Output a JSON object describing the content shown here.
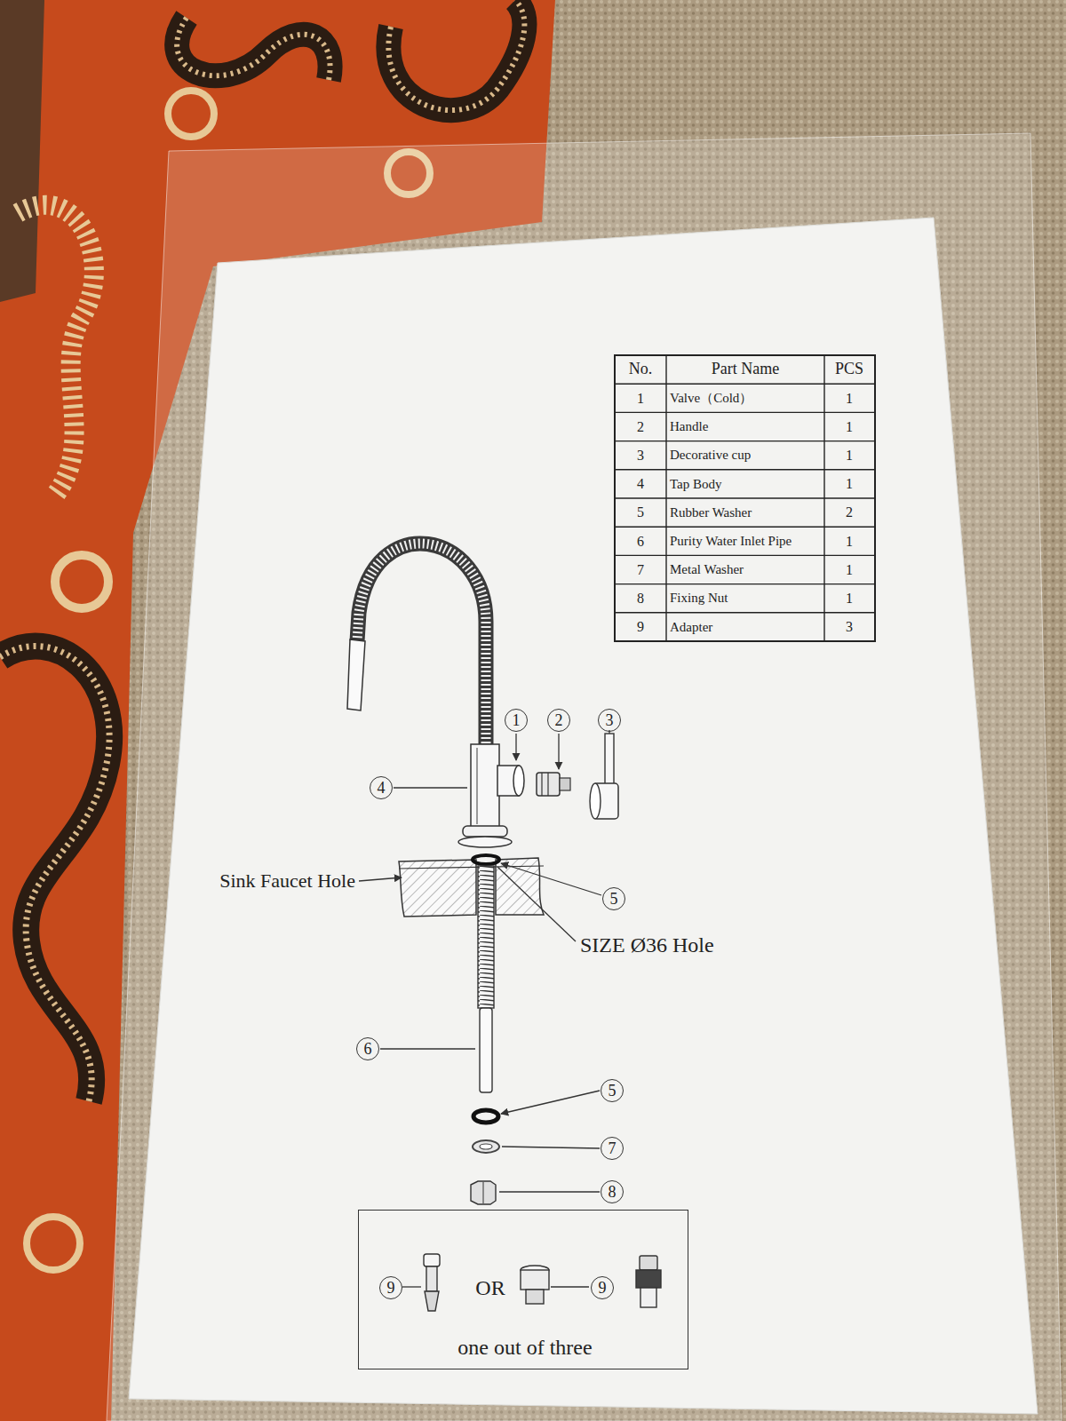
{
  "diagram": {
    "nodes": [
      {
        "text": [
          "1"
        ]
      },
      {
        "text": [
          "2"
        ]
      },
      {
        "text": [
          "3"
        ]
      },
      {
        "text": [
          "4"
        ]
      },
      {
        "text": [
          "5"
        ]
      },
      {
        "text": [
          "6"
        ]
      },
      {
        "text": [
          "5"
        ]
      },
      {
        "text": [
          "7"
        ]
      },
      {
        "text": [
          "8"
        ]
      },
      {
        "text": [
          "OR",
          "one out of three"
        ]
      },
      {
        "text": [
          "9"
        ],
        "in": 9
      },
      {
        "text": [
          "9"
        ],
        "in": 9
      }
    ],
    "labels": [
      "No.",
      "Part Name",
      "PCS",
      "1",
      "Valve（Cold）",
      "1",
      "2",
      "Handle",
      "1",
      "3",
      "Decorative cup",
      "1",
      "4",
      "Tap Body",
      "1",
      "5",
      "Rubber Washer",
      "2",
      "6",
      "Purity Water Inlet Pipe",
      "1",
      "7",
      "Metal Washer",
      "1",
      "8",
      "Fixing Nut",
      "1",
      "9",
      "Adapter",
      "3",
      "Sink Faucet Hole",
      "SIZE Ø36 Hole"
    ]
  }
}
